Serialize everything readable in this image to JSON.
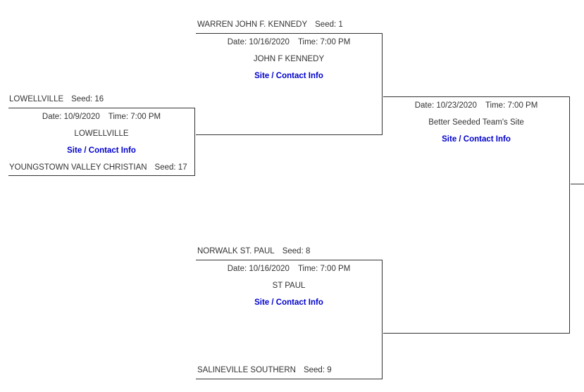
{
  "theme": {
    "link_color": "#0000cc",
    "line_color": "#333333"
  },
  "games": [
    {
      "top": {
        "name": "LOWELLVILLE",
        "seed": "Seed: 16"
      },
      "bottom": {
        "name": "YOUNGSTOWN VALLEY CHRISTIAN",
        "seed": "Seed: 17"
      },
      "date": "Date: 10/9/2020",
      "time": "Time: 7:00 PM",
      "site": "LOWELLVILLE",
      "link": "Site / Contact Info"
    },
    {
      "top": {
        "name": "WARREN JOHN F. KENNEDY",
        "seed": "Seed: 1"
      },
      "date": "Date: 10/16/2020",
      "time": "Time: 7:00 PM",
      "site": "JOHN F KENNEDY",
      "link": "Site / Contact Info"
    },
    {
      "top": {
        "name": "NORWALK ST. PAUL",
        "seed": "Seed: 8"
      },
      "bottom": {
        "name": "SALINEVILLE SOUTHERN",
        "seed": "Seed: 9"
      },
      "date": "Date: 10/16/2020",
      "time": "Time: 7:00 PM",
      "site": "ST PAUL",
      "link": "Site / Contact Info"
    },
    {
      "date": "Date: 10/23/2020",
      "time": "Time: 7:00 PM",
      "site": "Better Seeded Team's Site",
      "link": "Site / Contact Info"
    }
  ]
}
